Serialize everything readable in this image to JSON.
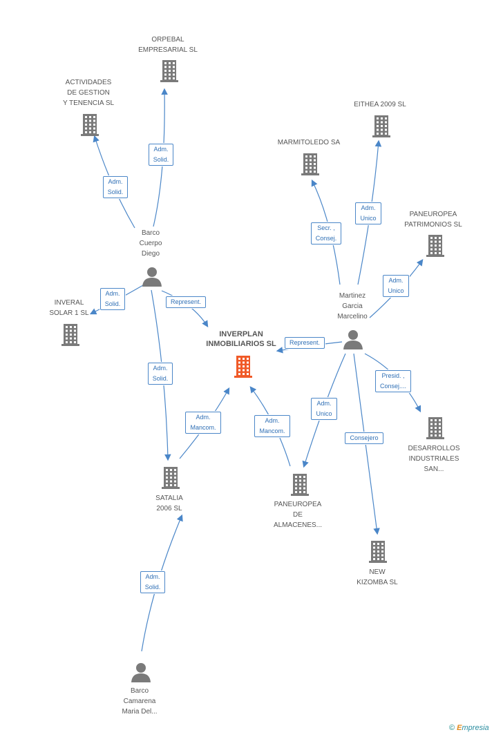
{
  "nodes": [
    {
      "id": "orpebal",
      "type": "company",
      "label": "ORPEBAL\nEMPRESARIAL SL"
    },
    {
      "id": "actividades",
      "type": "company",
      "label": "ACTIVIDADES\nDE GESTION\nY TENENCIA SL"
    },
    {
      "id": "eithea",
      "type": "company",
      "label": "EITHEA 2009 SL"
    },
    {
      "id": "marmitoledo",
      "type": "company",
      "label": "MARMITOLEDO SA"
    },
    {
      "id": "paneuropea_patr",
      "type": "company",
      "label": "PANEUROPEA\nPATRIMONIOS SL"
    },
    {
      "id": "barco_cuerpo",
      "type": "person",
      "label": "Barco\nCuerpo\nDiego"
    },
    {
      "id": "martinez",
      "type": "person",
      "label": "Martinez\nGarcia\nMarcelino"
    },
    {
      "id": "inveral",
      "type": "company",
      "label": "INVERAL\nSOLAR 1 SL"
    },
    {
      "id": "inverplan",
      "type": "company",
      "label": "INVERPLAN\nINMOBILIARIOS SL",
      "center": true
    },
    {
      "id": "desarrollos",
      "type": "company",
      "label": "DESARROLLOS\nINDUSTRIALES\nSAN..."
    },
    {
      "id": "satalia",
      "type": "company",
      "label": "SATALIA\n2006 SL"
    },
    {
      "id": "paneuropea_alm",
      "type": "company",
      "label": "PANEUROPEA\nDE\nALMACENES..."
    },
    {
      "id": "new_kizomba",
      "type": "company",
      "label": "NEW\nKIZOMBA SL"
    },
    {
      "id": "barco_camarena",
      "type": "person",
      "label": "Barco\nCamarena\nMaria Del..."
    }
  ],
  "edges": [
    {
      "id": "e1",
      "label": "Adm.\nSolid."
    },
    {
      "id": "e2",
      "label": "Adm.\nSolid."
    },
    {
      "id": "e3",
      "label": "Adm.\nSolid."
    },
    {
      "id": "e4",
      "label": "Represent."
    },
    {
      "id": "e5",
      "label": "Adm.\nSolid."
    },
    {
      "id": "e6",
      "label": "Adm.\nMancom."
    },
    {
      "id": "e7",
      "label": "Adm.\nMancom."
    },
    {
      "id": "e8",
      "label": "Adm.\nSolid."
    },
    {
      "id": "e9",
      "label": "Secr. ,\nConsej."
    },
    {
      "id": "e10",
      "label": "Adm.\nUnico"
    },
    {
      "id": "e11",
      "label": "Adm.\nUnico"
    },
    {
      "id": "e12",
      "label": "Represent."
    },
    {
      "id": "e13",
      "label": "Presid. ,\nConsej...."
    },
    {
      "id": "e14",
      "label": "Adm.\nUnico"
    },
    {
      "id": "e15",
      "label": "Consejero"
    }
  ],
  "colors": {
    "edge": "#4a86c8",
    "company": "#7a7a7a",
    "center": "#f05a28",
    "person": "#7a7a7a"
  },
  "footer": {
    "copyright": "©",
    "brand_e": "E",
    "brand_rest": "mpresia"
  }
}
